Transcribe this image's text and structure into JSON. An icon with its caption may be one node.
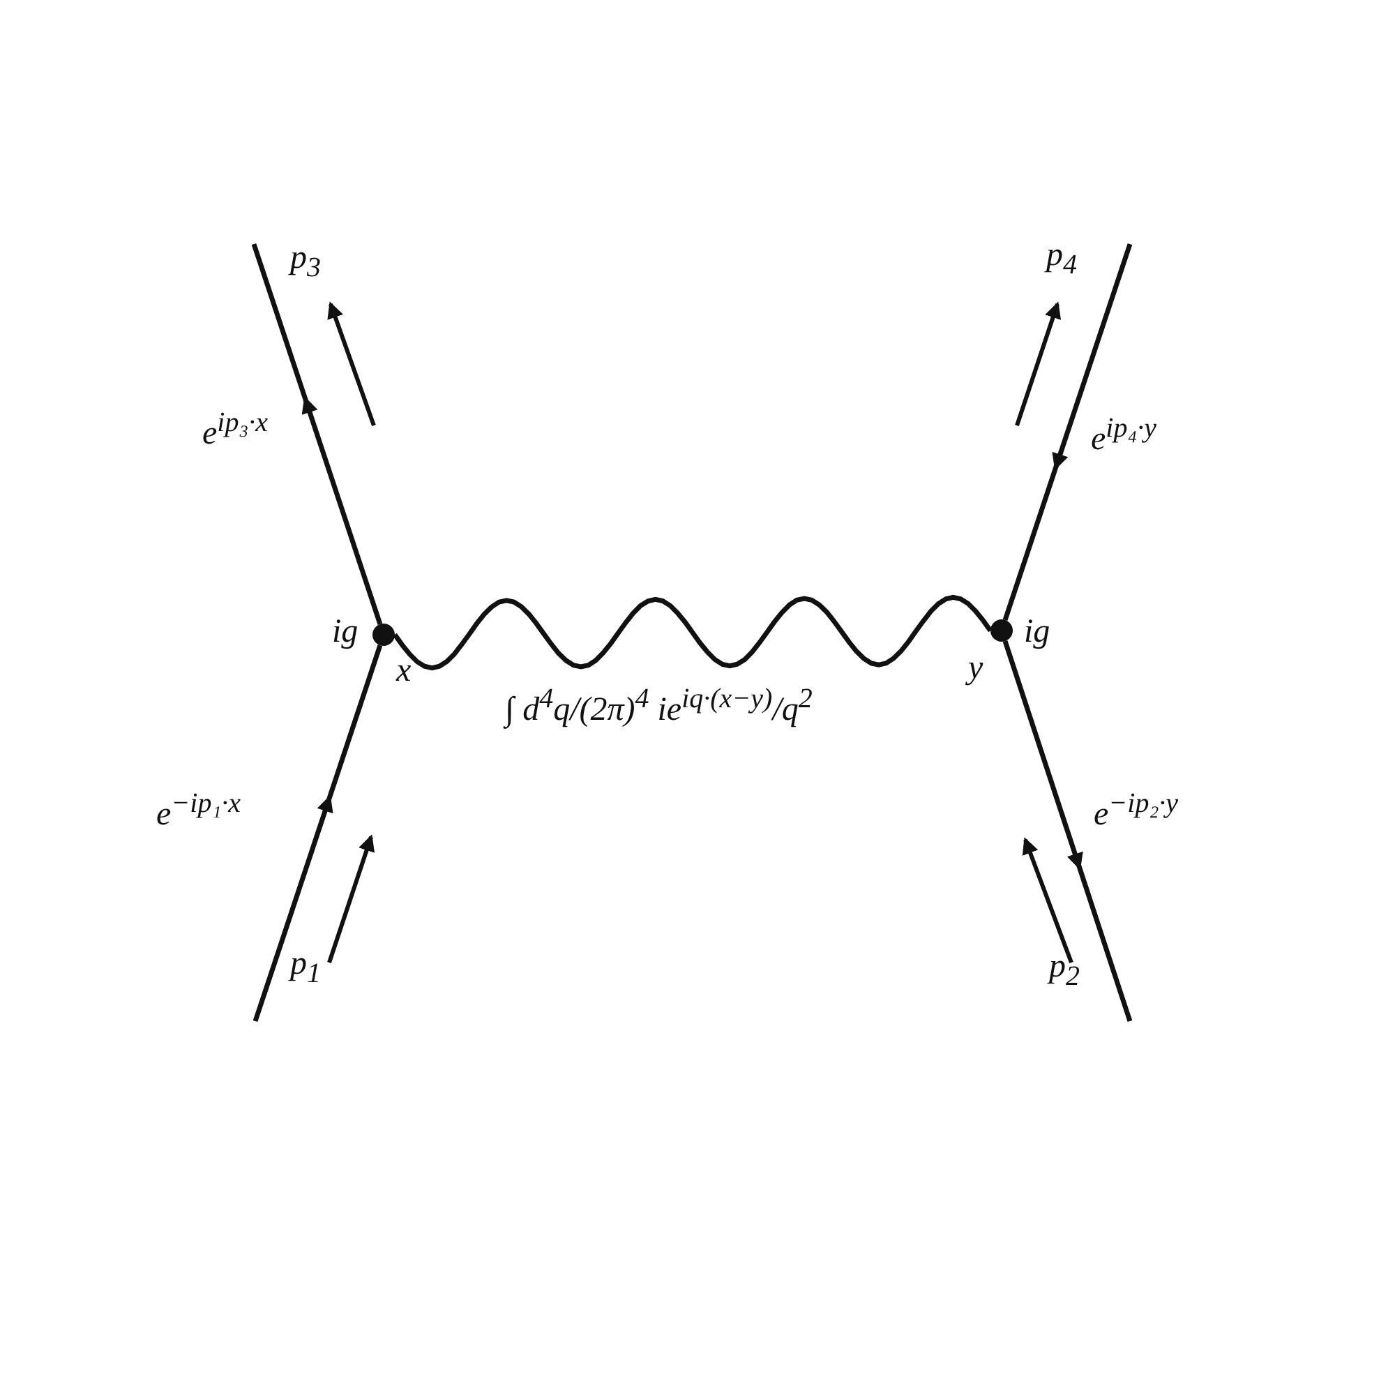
{
  "diagram": {
    "nodes": [
      {
        "text": [],
        "shape": "circle",
        "beside": [
          "ig",
          "x"
        ]
      },
      {
        "text": [],
        "shape": "circle",
        "beside": [
          "y",
          "ig"
        ]
      }
    ],
    "edges": [
      {
        "from": null,
        "to": 0,
        "arrow": "to",
        "label": "e$^{−ip₁·x}$"
      },
      {
        "from": 0,
        "to": null,
        "arrow": "to",
        "label": "e$^{ip₃·x}$"
      },
      {
        "from": null,
        "to": 1,
        "arrow": "to",
        "label": "e$^{ip₄·y}$"
      },
      {
        "from": 1,
        "to": null,
        "arrow": "to",
        "label": "e$^{−ip₂·y}$"
      },
      {
        "from": 0,
        "to": 1,
        "arrow": "none",
        "label": "∫ d$^{4}$q/(2π)$^{4}$ ie$^{iq·(x−y)}$/q$^{2}$"
      }
    ],
    "labels": [
      "p$_{3}$",
      "p$_{4}$",
      "p$_{1}$",
      "p$_{2}$"
    ]
  }
}
